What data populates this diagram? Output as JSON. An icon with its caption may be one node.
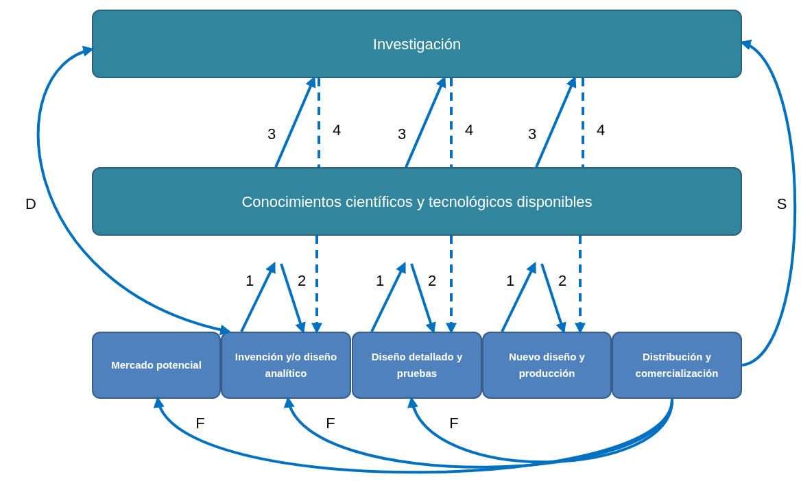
{
  "diagram": {
    "nodes": [
      {
        "text": [
          "Investigación"
        ]
      },
      {
        "text": [
          "Conocimientos científicos y tecnológicos disponibles"
        ]
      },
      {
        "text": [
          "Mercado potencial"
        ]
      },
      {
        "text": [
          "Invención y/o diseño analítico"
        ]
      },
      {
        "text": [
          "Diseño detallado y pruebas"
        ]
      },
      {
        "text": [
          "Nuevo diseño y producción"
        ]
      },
      {
        "text": [
          "Distribución y comercialización"
        ]
      }
    ],
    "edges": [
      {
        "from": 0,
        "to": 3,
        "arrow": "both",
        "label": "D"
      },
      {
        "from": 6,
        "to": 0,
        "arrow": "to",
        "label": "S"
      },
      {
        "from": 1,
        "to": 0,
        "arrow": "to",
        "label": "3"
      },
      {
        "from": 0,
        "to": 1,
        "arrow": "none",
        "label": "4",
        "style": "dashed"
      },
      {
        "from": 1,
        "to": 0,
        "arrow": "to",
        "label": "3"
      },
      {
        "from": 0,
        "to": 1,
        "arrow": "none",
        "label": "4",
        "style": "dashed"
      },
      {
        "from": 1,
        "to": 0,
        "arrow": "to",
        "label": "3"
      },
      {
        "from": 0,
        "to": 1,
        "arrow": "none",
        "label": "4",
        "style": "dashed"
      },
      {
        "from": 3,
        "to": null,
        "arrow": "to",
        "label": "1"
      },
      {
        "from": null,
        "to": 3,
        "arrow": "to",
        "label": "2"
      },
      {
        "from": 1,
        "to": 3,
        "arrow": "to",
        "style": "dashed"
      },
      {
        "from": 4,
        "to": null,
        "arrow": "to",
        "label": "1"
      },
      {
        "from": null,
        "to": 4,
        "arrow": "to",
        "label": "2"
      },
      {
        "from": 1,
        "to": 4,
        "arrow": "to",
        "style": "dashed"
      },
      {
        "from": 5,
        "to": null,
        "arrow": "to",
        "label": "1"
      },
      {
        "from": null,
        "to": 5,
        "arrow": "to",
        "label": "2"
      },
      {
        "from": 1,
        "to": 5,
        "arrow": "to",
        "style": "dashed"
      },
      {
        "from": 6,
        "to": 2,
        "arrow": "to",
        "label": "F"
      },
      {
        "from": 6,
        "to": 3,
        "arrow": "to",
        "label": "F"
      },
      {
        "from": 6,
        "to": 4,
        "arrow": "to",
        "label": "F"
      }
    ]
  }
}
